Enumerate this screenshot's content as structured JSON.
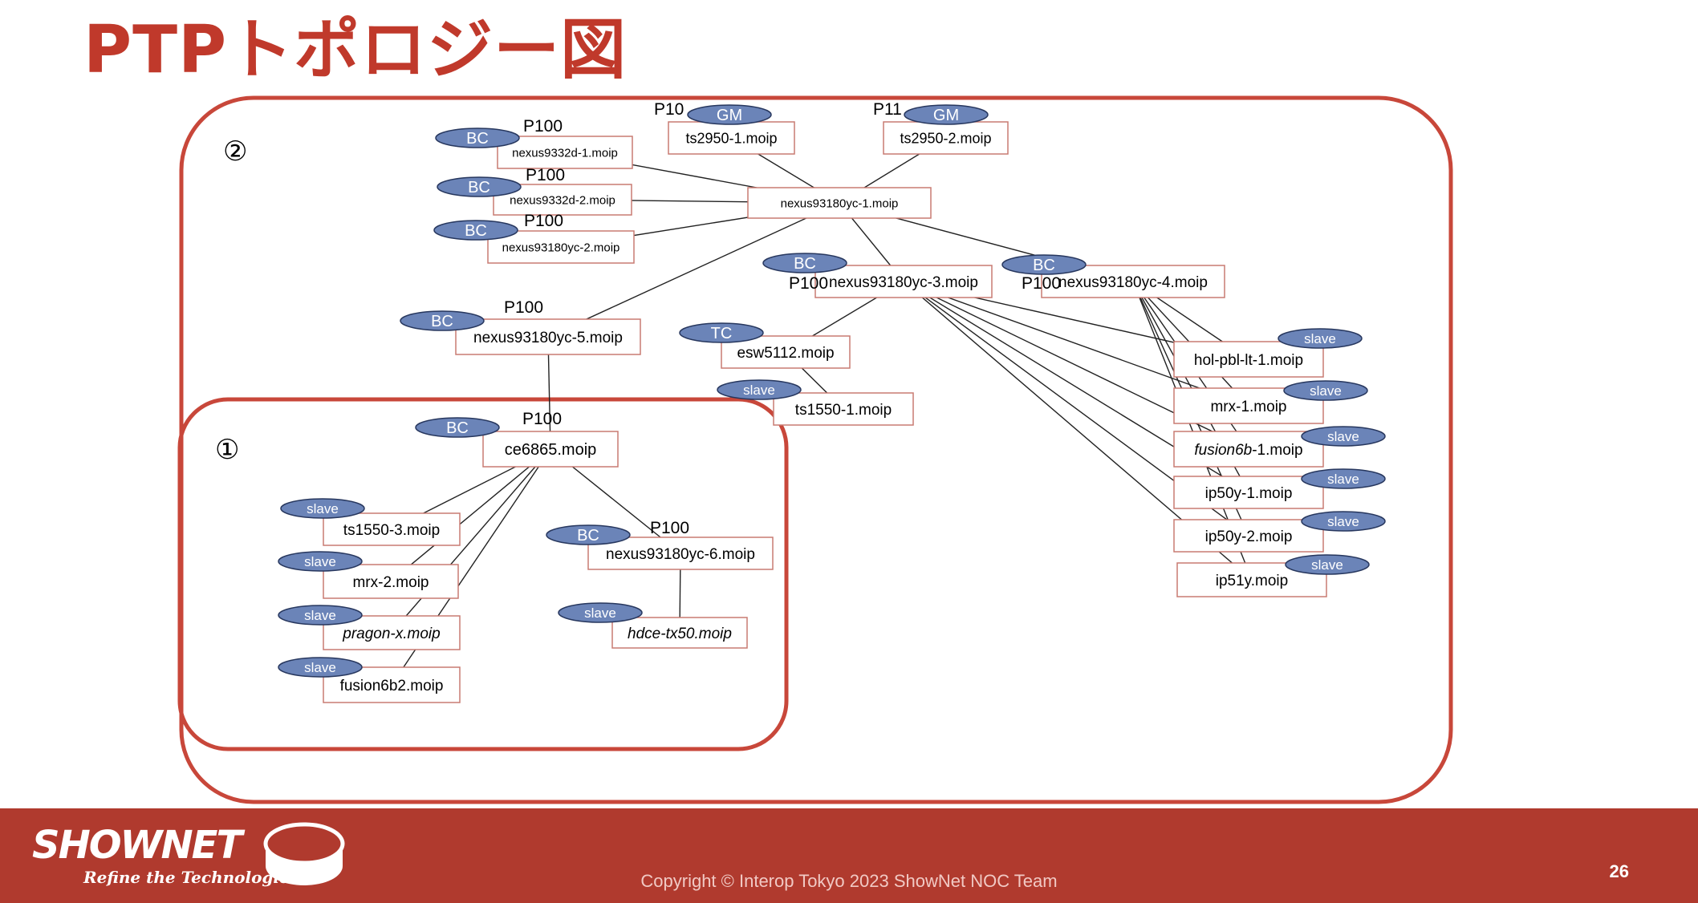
{
  "title": "PTPトポロジー図",
  "regions": {
    "outer": "②",
    "inner": "①"
  },
  "nodes": [
    {
      "id": "n1",
      "label": "nexus9332d-1.moip",
      "role": "BC",
      "port": "P100"
    },
    {
      "id": "n2",
      "label": "nexus9332d-2.moip",
      "role": "BC",
      "port": "P100"
    },
    {
      "id": "n3",
      "label": "nexus93180yc-2.moip",
      "role": "BC",
      "port": "P100"
    },
    {
      "id": "gm1",
      "label": "ts2950-1.moip",
      "role": "GM",
      "port": "P10"
    },
    {
      "id": "gm2",
      "label": "ts2950-2.moip",
      "role": "GM",
      "port": "P11"
    },
    {
      "id": "core",
      "label": "nexus93180yc-1.moip"
    },
    {
      "id": "n93",
      "label": "nexus93180yc-3.moip",
      "role": "BC",
      "port": "P100"
    },
    {
      "id": "n94",
      "label": "nexus93180yc-4.moip",
      "role": "BC",
      "port": "P100"
    },
    {
      "id": "n95",
      "label": "nexus93180yc-5.moip",
      "role": "BC",
      "port": "P100"
    },
    {
      "id": "esw",
      "label": "esw5112.moip",
      "role": "TC"
    },
    {
      "id": "ts1",
      "label": "ts1550-1.moip",
      "role": "slave"
    },
    {
      "id": "hol",
      "label": "hol-pbl-lt-1.moip",
      "role": "slave"
    },
    {
      "id": "mrx1",
      "label": "mrx-1.moip",
      "role": "slave"
    },
    {
      "id": "fus6b",
      "label": "fusion6b-1.moip",
      "role": "slave"
    },
    {
      "id": "ip1",
      "label": "ip50y-1.moip",
      "role": "slave"
    },
    {
      "id": "ip2",
      "label": "ip50y-2.moip",
      "role": "slave"
    },
    {
      "id": "ip51",
      "label": "ip51y.moip",
      "role": "slave"
    },
    {
      "id": "ce",
      "label": "ce6865.moip",
      "role": "BC",
      "port": "P100"
    },
    {
      "id": "ts3",
      "label": "ts1550-3.moip",
      "role": "slave"
    },
    {
      "id": "mrx2",
      "label": "mrx-2.moip",
      "role": "slave"
    },
    {
      "id": "prg",
      "label": "pragon-x.moip",
      "role": "slave"
    },
    {
      "id": "f6b2",
      "label": "fusion6b2.moip",
      "role": "slave"
    },
    {
      "id": "n96",
      "label": "nexus93180yc-6.moip",
      "role": "BC",
      "port": "P100"
    },
    {
      "id": "hdce",
      "label": "hdce-tx50.moip",
      "role": "slave"
    }
  ],
  "links": [
    [
      "n1",
      "core"
    ],
    [
      "n2",
      "core"
    ],
    [
      "n3",
      "core"
    ],
    [
      "gm1",
      "core"
    ],
    [
      "gm2",
      "core"
    ],
    [
      "core",
      "n93"
    ],
    [
      "core",
      "n94"
    ],
    [
      "core",
      "n95"
    ],
    [
      "n95",
      "ce"
    ],
    [
      "n93",
      "esw"
    ],
    [
      "esw",
      "ts1"
    ],
    [
      "n93",
      "hol"
    ],
    [
      "n93",
      "mrx1"
    ],
    [
      "n93",
      "fus6b"
    ],
    [
      "n93",
      "ip1"
    ],
    [
      "n93",
      "ip2"
    ],
    [
      "n93",
      "ip51"
    ],
    [
      "n94",
      "hol"
    ],
    [
      "n94",
      "mrx1"
    ],
    [
      "n94",
      "fus6b"
    ],
    [
      "n94",
      "ip1"
    ],
    [
      "n94",
      "ip2"
    ],
    [
      "n94",
      "ip51"
    ],
    [
      "ce",
      "ts3"
    ],
    [
      "ce",
      "mrx2"
    ],
    [
      "ce",
      "prg"
    ],
    [
      "ce",
      "f6b2"
    ],
    [
      "ce",
      "n96"
    ],
    [
      "n96",
      "hdce"
    ]
  ],
  "colors": {
    "accent": "#c0392b",
    "badge": "#6b84b8",
    "box_border": "#c97b72",
    "footer": "#b03a2e"
  },
  "footer": {
    "logo": "SHOWNET",
    "tagline": "Refine the Technologies",
    "copyright": "Copyright © Interop Tokyo 2023 ShowNet NOC Team",
    "page": "26"
  }
}
